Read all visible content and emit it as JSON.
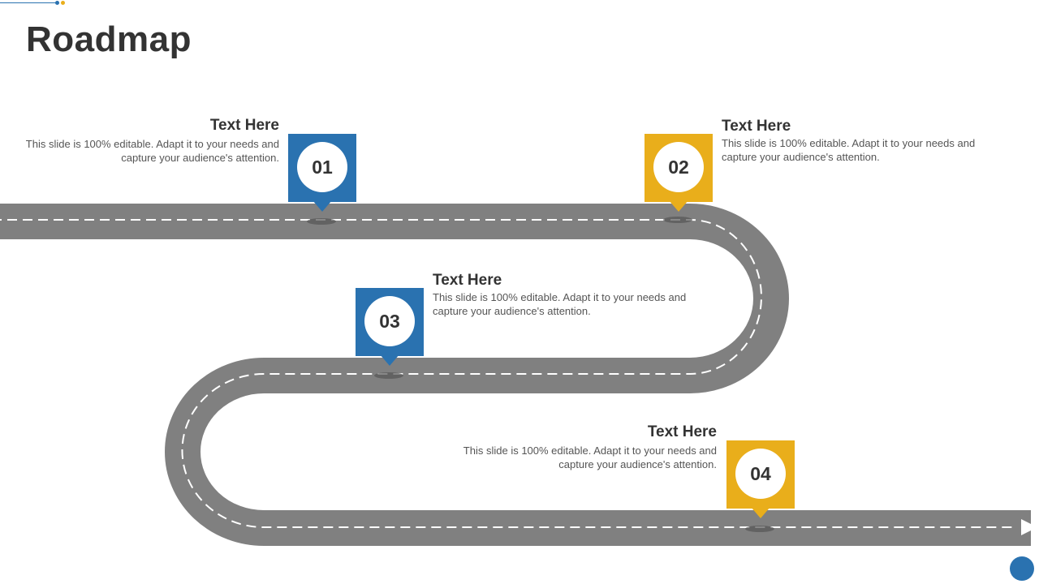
{
  "title": "Roadmap",
  "colors": {
    "blue": "#2a72b0",
    "yellow": "#e9ae1b",
    "road": "#808080",
    "text": "#333333"
  },
  "steps": [
    {
      "number": "01",
      "heading": "Text Here",
      "description": "This slide is 100% editable. Adapt it to your needs and capture your audience's attention.",
      "color": "blue"
    },
    {
      "number": "02",
      "heading": "Text Here",
      "description": "This slide is 100% editable. Adapt it to your needs and capture your audience's attention.",
      "color": "yellow"
    },
    {
      "number": "03",
      "heading": "Text Here",
      "description": "This slide is 100% editable. Adapt it to your needs and capture your audience's attention.",
      "color": "blue"
    },
    {
      "number": "04",
      "heading": "Text Here",
      "description": "This slide is 100% editable. Adapt it to your needs and capture your audience's attention.",
      "color": "yellow"
    }
  ]
}
